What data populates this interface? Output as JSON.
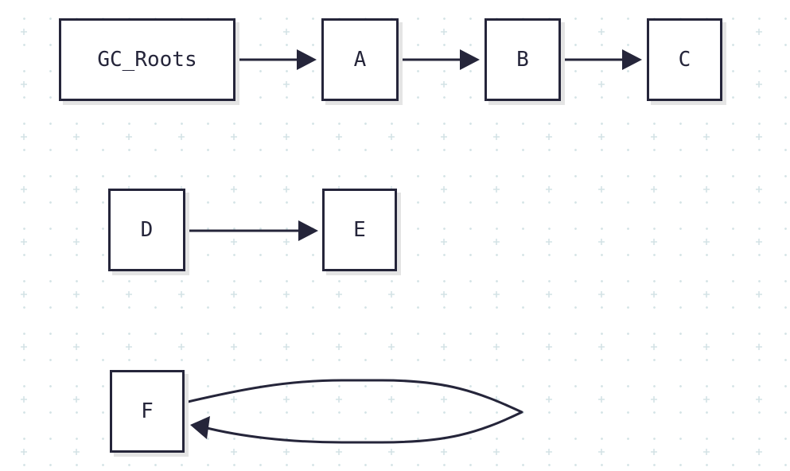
{
  "diagram": {
    "nodes": [
      {
        "id": "gc_roots",
        "label": "GC_Roots"
      },
      {
        "id": "a",
        "label": "A"
      },
      {
        "id": "b",
        "label": "B"
      },
      {
        "id": "c",
        "label": "C"
      },
      {
        "id": "d",
        "label": "D"
      },
      {
        "id": "e",
        "label": "E"
      },
      {
        "id": "f",
        "label": "F"
      }
    ],
    "edges": [
      {
        "from": "gc_roots",
        "to": "a"
      },
      {
        "from": "a",
        "to": "b"
      },
      {
        "from": "b",
        "to": "c"
      },
      {
        "from": "d",
        "to": "e"
      },
      {
        "from": "f",
        "to": "f"
      }
    ]
  },
  "colors": {
    "stroke": "#25253a",
    "node_fill": "#ffffff",
    "node_shadow": "#e4e4e4",
    "grid": "#d4e3e6"
  }
}
